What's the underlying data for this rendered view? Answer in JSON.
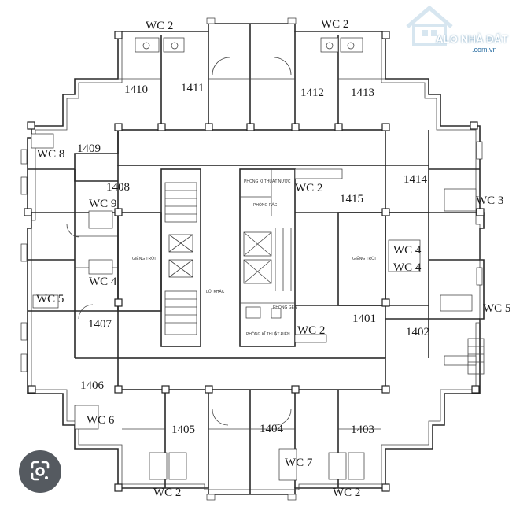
{
  "watermark": {
    "brand": "ALO NHÀ ĐẤT",
    "domain": ".com.vn"
  },
  "labels": {
    "wc2_tl": "WC 2",
    "wc2_tr": "WC 2",
    "wc8": "WC 8",
    "wc9": "WC 9",
    "wc3": "WC 3",
    "wc4_l": "WC 4",
    "wc5_l": "WC 5",
    "wc5_r": "WC 5",
    "wc6": "WC 6",
    "wc7": "WC 7",
    "wc2_bl": "WC 2",
    "wc2_br": "WC 2",
    "wc2_core": "WC 2",
    "wc2_core2": "WC 2",
    "wc4_r1": "WC 4",
    "wc4_r2": "WC 4",
    "u1410": "1410",
    "u1411": "1411",
    "u1412": "1412",
    "u1413": "1413",
    "u1409": "1409",
    "u1408": "1408",
    "u1407": "1407",
    "u1406": "1406",
    "u1405": "1405",
    "u1404": "1404",
    "u1403": "1403",
    "u1402": "1402",
    "u1401": "1401",
    "u1415": "1415",
    "u1414": "1414"
  },
  "small_labels": {
    "light_l": "GIẾNG TRỜI",
    "light_r": "GIẾNG TRỜI",
    "core_text1": "LỐI KHÁC",
    "room_nuoc": "PHÒNG KĨ THUẬT NƯỚC",
    "room_rac": "PHÒNG RÁC",
    "room_dien": "PHÒNG KĨ THUẬT ĐIỆN",
    "room_gen": "PHÒNG GEN"
  },
  "lens_icon": "google-lens-icon"
}
